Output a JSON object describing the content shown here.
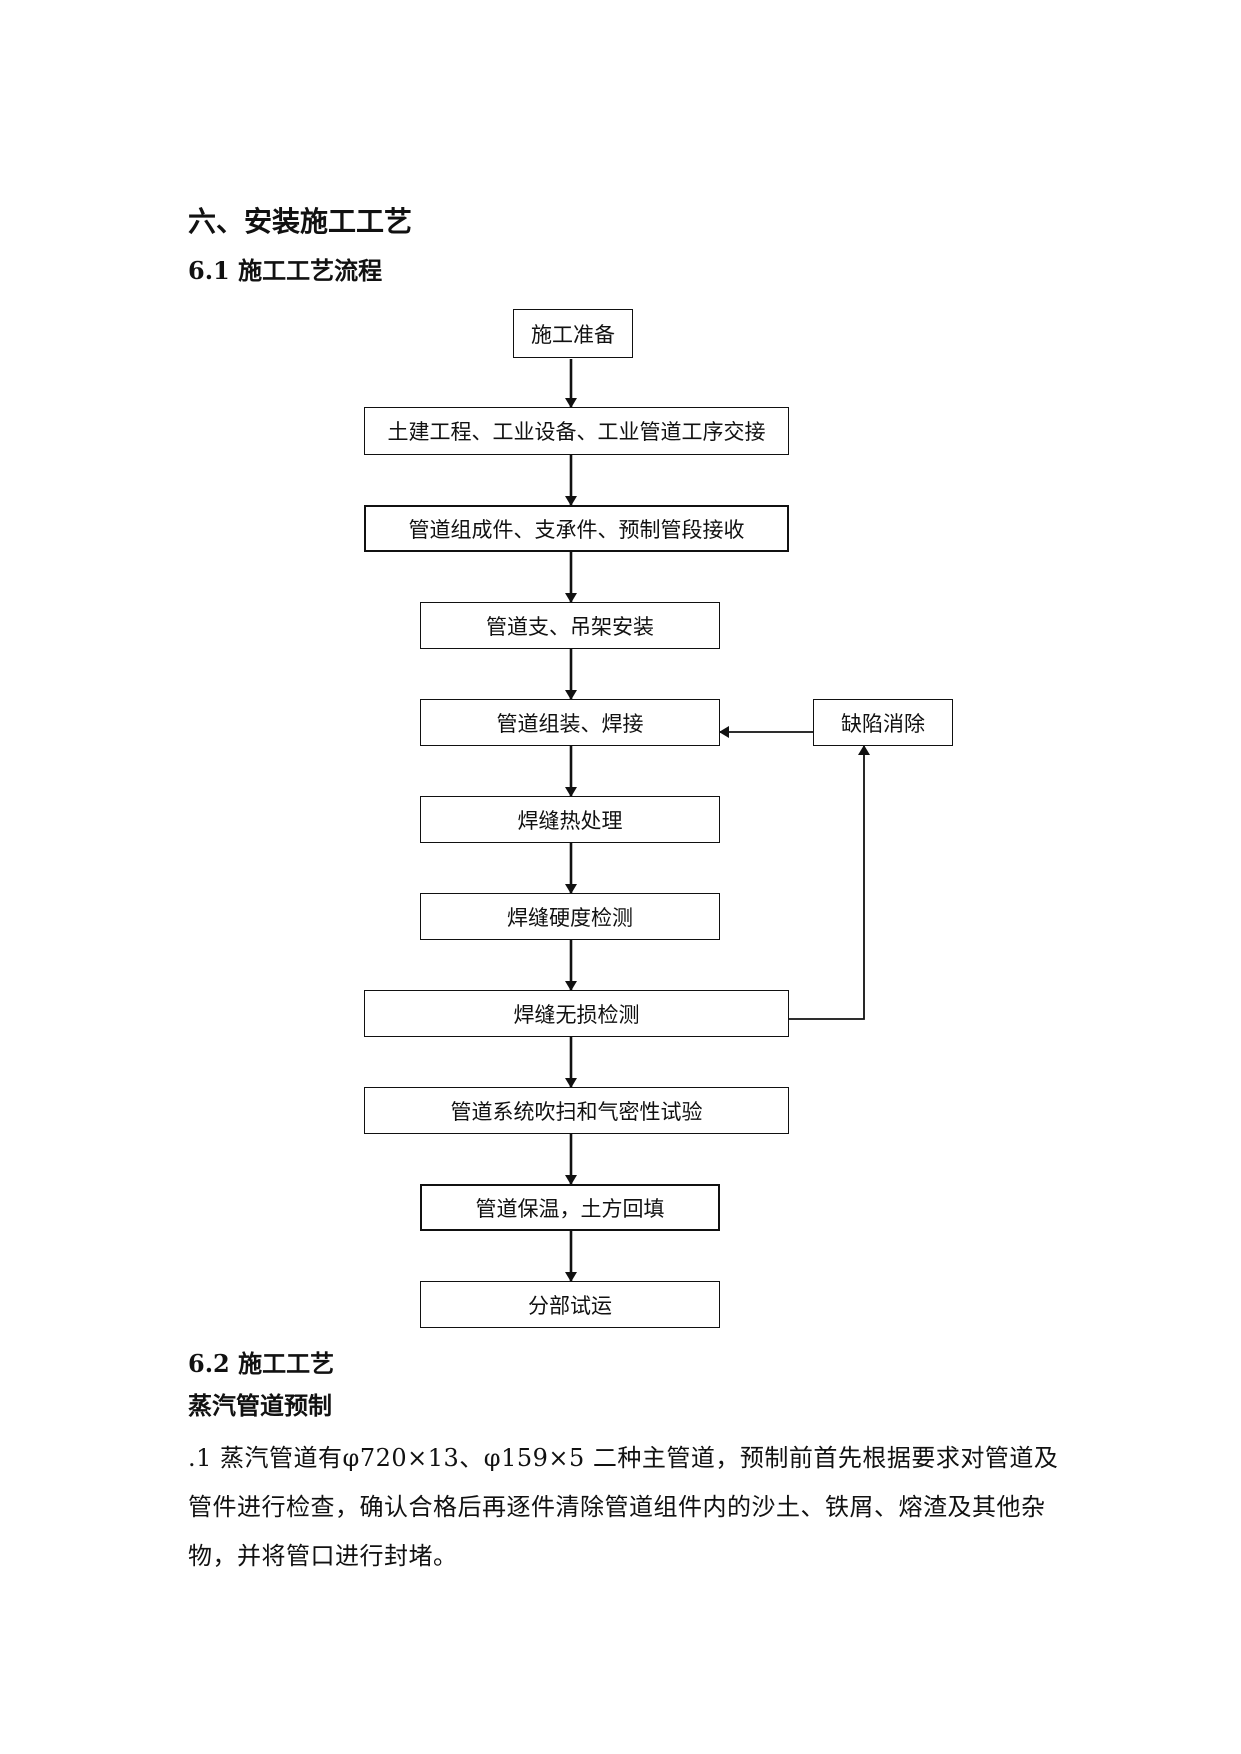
{
  "headings": {
    "section": "六、安装施工工艺",
    "sub_6_1": "6.1  施工工艺流程",
    "sub_6_2": "6.2  施工工艺",
    "steam_prefab": "蒸汽管道预制"
  },
  "flowchart": {
    "steps": [
      "施工准备",
      "土建工程、工业设备、工业管道工序交接",
      "管道组成件、支承件、预制管段接收",
      "管道支、吊架安装",
      "管道组装、焊接",
      "焊缝热处理",
      "焊缝硬度检测",
      "焊缝无损检测",
      "管道系统吹扫和气密性试验",
      "管道保温，土方回填",
      "分部试运"
    ],
    "side_step": "缺陷消除"
  },
  "paragraph": ".1 蒸汽管道有φ720×13、φ159×5 二种主管道，预制前首先根据要求对管道及管件进行检查，确认合格后再逐件清除管道组件内的沙土、铁屑、熔渣及其他杂物，并将管口进行封堵。"
}
